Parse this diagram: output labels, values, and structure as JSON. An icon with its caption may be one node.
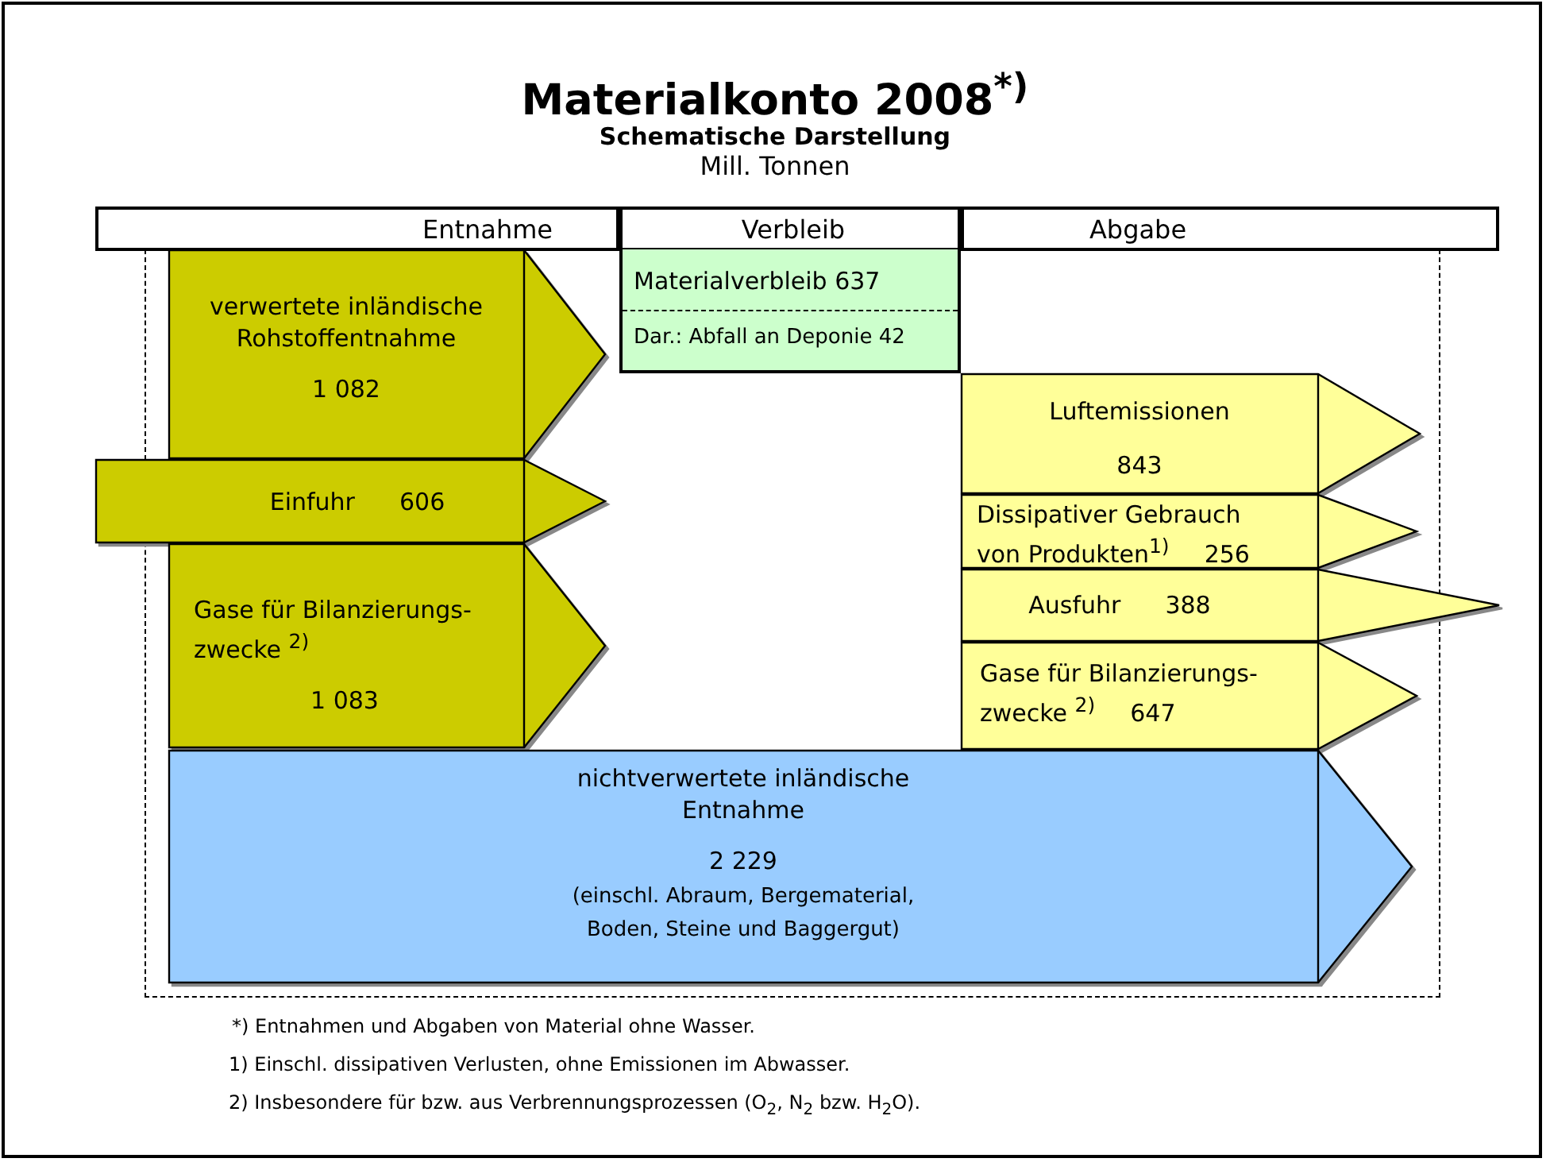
{
  "diagram": {
    "title": "Materialkonto 2008$^{*)}$",
    "nodes": [
      {
        "text": [
          "Entnahme"
        ]
      },
      {
        "text": [
          "Verbleib"
        ]
      },
      {
        "text": [
          "Abgabe"
        ]
      },
      {
        "text": [
          "verwertete inländische Rohstoffentnahme",
          "1 082"
        ]
      },
      {
        "text": [
          "Einfuhr",
          "606"
        ]
      },
      {
        "text": [
          "Gase für Bilanzierungs- zwecke $^{2)}$",
          "1 083"
        ]
      },
      {
        "text": [
          "Materialverbleib 637",
          "Dar.: Abfall an Deponie 42"
        ]
      },
      {
        "text": [
          "Luftemissionen",
          "843"
        ]
      },
      {
        "text": [
          "Dissipativer Gebrauch von Produkten$^{1)}$",
          "256"
        ]
      },
      {
        "text": [
          "Ausfuhr",
          "388"
        ]
      },
      {
        "text": [
          "Gase für Bilanzierungs- zwecke $^{2)}$",
          "647"
        ]
      },
      {
        "text": [
          "nichtverwertete inländische Entnahme",
          "2 229",
          "(einschl. Abraum, Bergematerial, Boden, Steine und Baggergut)"
        ]
      }
    ],
    "labels": [
      "Schematische Darstellung",
      "Mill. Tonnen",
      "*) Entnahmen und Abgaben von Material ohne Wasser.",
      "1) Einschl. dissipativen Verlusten, ohne Emissionen im Abwasser.",
      "2) Insbesondere für bzw. aus Verbrennungsprozessen (O$_{2}$, N$_{2}$ bzw. H$_{2}$O)."
    ]
  }
}
